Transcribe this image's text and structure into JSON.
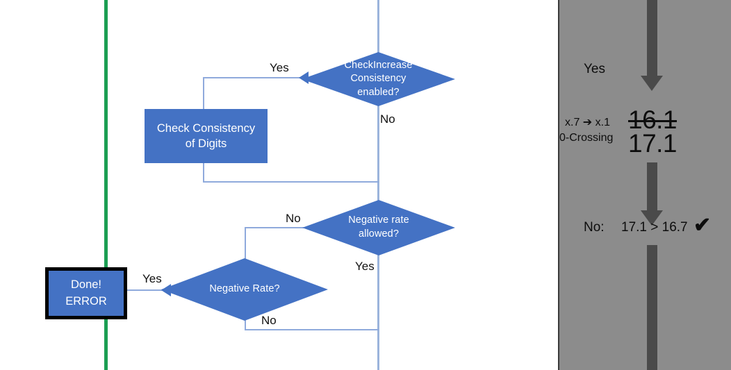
{
  "colors": {
    "accent_blue": "#4472C4",
    "connector_blue": "#8FAADC",
    "green_rule": "#1B9E52",
    "panel_gray": "#8C8C8C",
    "arrow_gray": "#4A4A4A",
    "text_dark": "#0D0D0D",
    "shape_text": "#FFFFFF"
  },
  "flowchart": {
    "decision_check_increase": {
      "label": "CheckIncrease\nConsistency\nenabled?",
      "line1": "CheckIncrease",
      "line2": "Consistency",
      "line3": "enabled?",
      "yes_label": "Yes",
      "no_label": "No"
    },
    "process_check_consistency": {
      "line1": "Check Consistency",
      "line2": "of Digits"
    },
    "decision_negative_rate_allowed": {
      "line1": "Negative rate",
      "line2": "allowed?",
      "no_label": "No",
      "yes_label": "Yes"
    },
    "decision_negative_rate": {
      "label": "Negative Rate?",
      "no_label": "No"
    },
    "terminal_done_error": {
      "line1": "Done!",
      "line2": "ERROR",
      "yes_label": "Yes"
    }
  },
  "panel": {
    "yes_label": "Yes",
    "rounding_note_line1": "x.7 ➔ x.1",
    "rounding_note_line2": "0-Crossing",
    "value_struck": "16.1",
    "value_result": "17.1",
    "comparison_prefix": "No:",
    "comparison_expression": "17.1 > 16.7",
    "check_glyph": "✔"
  }
}
